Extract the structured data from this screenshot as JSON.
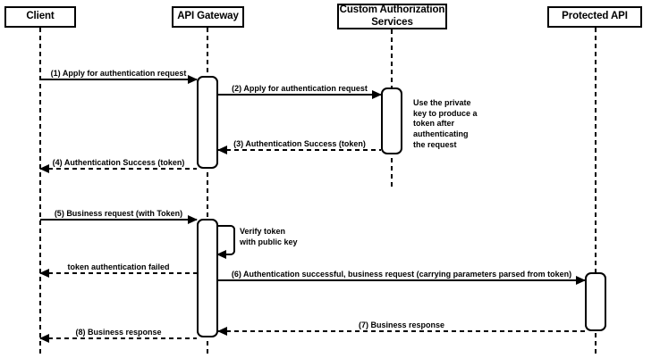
{
  "diagram": {
    "type": "sequence-diagram",
    "colors": {
      "line": "#000000",
      "fill": "#ffffff",
      "text": "#000000"
    },
    "actors": [
      {
        "name": "Client"
      },
      {
        "name": "API Gateway"
      },
      {
        "name": "Custom Authorization\nServices"
      },
      {
        "name": "Protected API"
      }
    ],
    "messages": [
      {
        "label": "(1) Apply for authentication request",
        "from": "Client",
        "to": "API Gateway",
        "line": "solid"
      },
      {
        "label": "(2) Apply for authentication request",
        "from": "API Gateway",
        "to": "Custom Authorization Services",
        "line": "solid"
      },
      {
        "label": "(3) Authentication Success (token)",
        "from": "Custom Authorization Services",
        "to": "API Gateway",
        "line": "dashed"
      },
      {
        "label": "(4) Authentication Success (token)",
        "from": "API Gateway",
        "to": "Client",
        "line": "dashed"
      },
      {
        "label": "(5) Business request (with Token)",
        "from": "Client",
        "to": "API Gateway",
        "line": "solid"
      },
      {
        "label": "token authentication failed",
        "from": "API Gateway",
        "to": "Client",
        "line": "dashed"
      },
      {
        "label": "(6) Authentication successful, business request (carrying parameters parsed from token)",
        "from": "API Gateway",
        "to": "Protected API",
        "line": "solid"
      },
      {
        "label": "(7) Business response",
        "from": "Protected API",
        "to": "API Gateway",
        "line": "dashed"
      },
      {
        "label": "(8) Business response",
        "from": "API Gateway",
        "to": "Client",
        "line": "dashed"
      }
    ],
    "self_message": {
      "label": "Verify token\nwith public key",
      "actor": "API Gateway"
    },
    "notes": [
      {
        "text": "Use the private\nkey to produce a\ntoken after\nauthenticating\nthe request",
        "attached_to": "Custom Authorization Services"
      }
    ]
  }
}
